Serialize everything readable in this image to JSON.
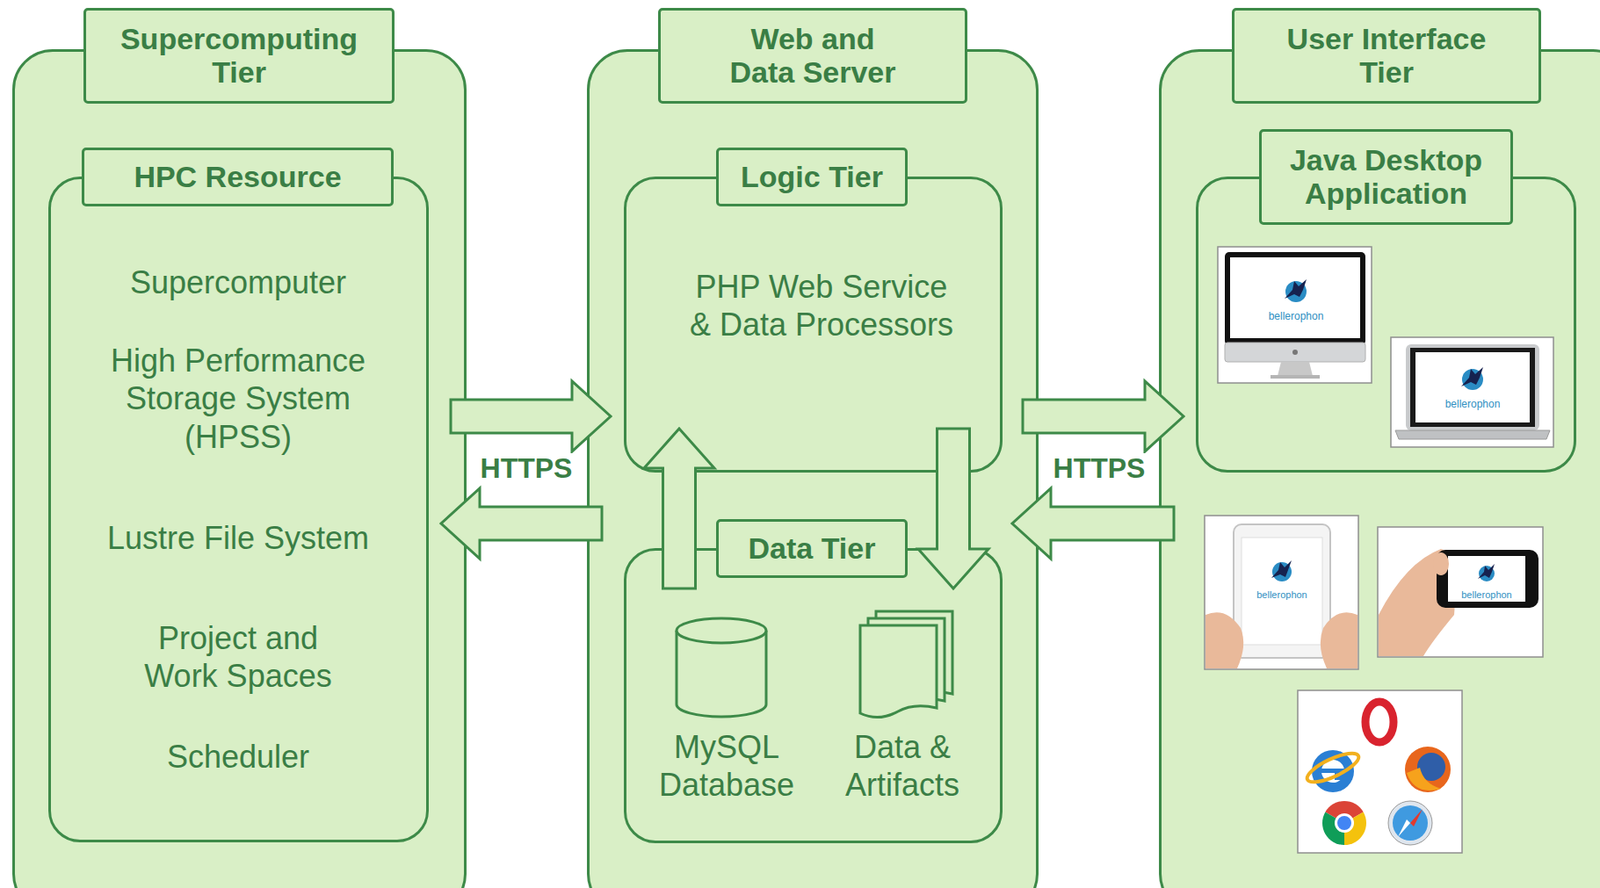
{
  "diagram": {
    "nodes": [
      {
        "text": [
          "Supercomputing Tier"
        ]
      },
      {
        "text": [
          "HPC Resource",
          "Supercomputer",
          "High Performance Storage System (HPSS)",
          "Lustre File System",
          "Project and Work Spaces",
          "Scheduler"
        ],
        "in": 0
      },
      {
        "text": [
          "Web and Data Server"
        ]
      },
      {
        "text": [
          "Logic Tier",
          "PHP Web Service & Data Processors"
        ],
        "in": 2
      },
      {
        "text": [
          "Data Tier",
          "MySQL Database",
          "Data & Artifacts"
        ],
        "in": 2
      },
      {
        "text": [
          "User Interface Tier"
        ]
      },
      {
        "text": [
          "Java Desktop Application"
        ],
        "in": 5
      }
    ],
    "edges": [
      {
        "from": 0,
        "to": 2,
        "arrow": "to",
        "label": "HTTPS"
      },
      {
        "from": 2,
        "to": 0,
        "arrow": "to"
      },
      {
        "from": 2,
        "to": 5,
        "arrow": "to",
        "label": "HTTPS"
      },
      {
        "from": 5,
        "to": 2,
        "arrow": "to"
      },
      {
        "from": 4,
        "to": 3,
        "arrow": "to"
      },
      {
        "from": 3,
        "to": 4,
        "arrow": "to"
      }
    ],
    "labels": [
      "bellerophon",
      "bellerophon",
      "bellerophon",
      "bellerophon"
    ]
  }
}
